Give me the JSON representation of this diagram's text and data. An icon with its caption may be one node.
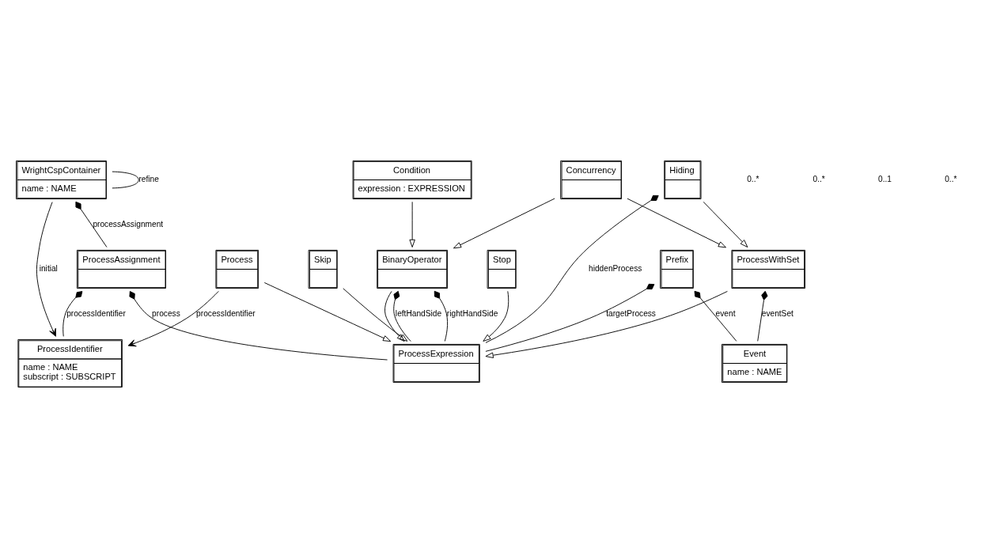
{
  "diagram": {
    "nodes": [
      {
        "text": [
          "WrightCspContainer",
          "name : NAME"
        ]
      },
      {
        "text": [
          "Condition",
          "expression : EXPRESSION"
        ]
      },
      {
        "text": [
          "Concurrency"
        ]
      },
      {
        "text": [
          "Hiding"
        ]
      },
      {
        "text": [
          "ProcessAssignment"
        ]
      },
      {
        "text": [
          "BinaryOperator"
        ]
      },
      {
        "text": [
          "ProcessWithSet"
        ]
      },
      {
        "text": [
          "ProcessIdentifier",
          "name : NAME",
          "subscript : SUBSCRIPT"
        ]
      },
      {
        "text": [
          "ProcessExpression"
        ]
      },
      {
        "text": [
          "Skip"
        ]
      },
      {
        "text": [
          "Event",
          "name : NAME"
        ]
      },
      {
        "text": [
          "Process"
        ]
      },
      {
        "text": [
          "Stop"
        ]
      },
      {
        "text": [
          "Prefix"
        ]
      }
    ],
    "edges": [
      {
        "from": 0,
        "to": 0,
        "arrow": "none",
        "label": "refine"
      },
      {
        "from": 0,
        "to": 4,
        "arrow": "other",
        "label": "processAssignment"
      },
      {
        "from": 0,
        "to": 7,
        "arrow": "to",
        "label": "initial"
      },
      {
        "from": 4,
        "to": 7,
        "arrow": "other",
        "label": "processIdentifier"
      },
      {
        "from": 4,
        "to": 8,
        "arrow": "other",
        "label": "process"
      },
      {
        "from": 1,
        "to": 5,
        "arrow": "to"
      },
      {
        "from": 2,
        "to": 5,
        "arrow": "to"
      },
      {
        "from": 2,
        "to": 6,
        "arrow": "to"
      },
      {
        "from": 3,
        "to": 6,
        "arrow": "to"
      },
      {
        "from": 3,
        "to": 8,
        "arrow": "other",
        "label": "hiddenProcess"
      },
      {
        "from": 5,
        "to": 8,
        "arrow": "other",
        "label": "leftHandSide"
      },
      {
        "from": 5,
        "to": 8,
        "arrow": "other",
        "label": "rightHandSide"
      },
      {
        "from": 5,
        "to": 8,
        "arrow": "to"
      },
      {
        "from": 6,
        "to": 8,
        "arrow": "to"
      },
      {
        "from": 6,
        "to": 10,
        "arrow": "other",
        "label": "eventSet"
      },
      {
        "from": 9,
        "to": 8,
        "arrow": "to"
      },
      {
        "from": 12,
        "to": 8,
        "arrow": "to"
      },
      {
        "from": 11,
        "to": 8,
        "arrow": "to"
      },
      {
        "from": 11,
        "to": 7,
        "arrow": "to",
        "label": "processIdentifier"
      },
      {
        "from": 13,
        "to": 8,
        "arrow": "other",
        "label": "targetProcess"
      },
      {
        "from": 13,
        "to": 10,
        "arrow": "other",
        "label": "event"
      }
    ],
    "labels": [
      "0..*",
      "0..*",
      "0..1",
      "0..*"
    ]
  }
}
